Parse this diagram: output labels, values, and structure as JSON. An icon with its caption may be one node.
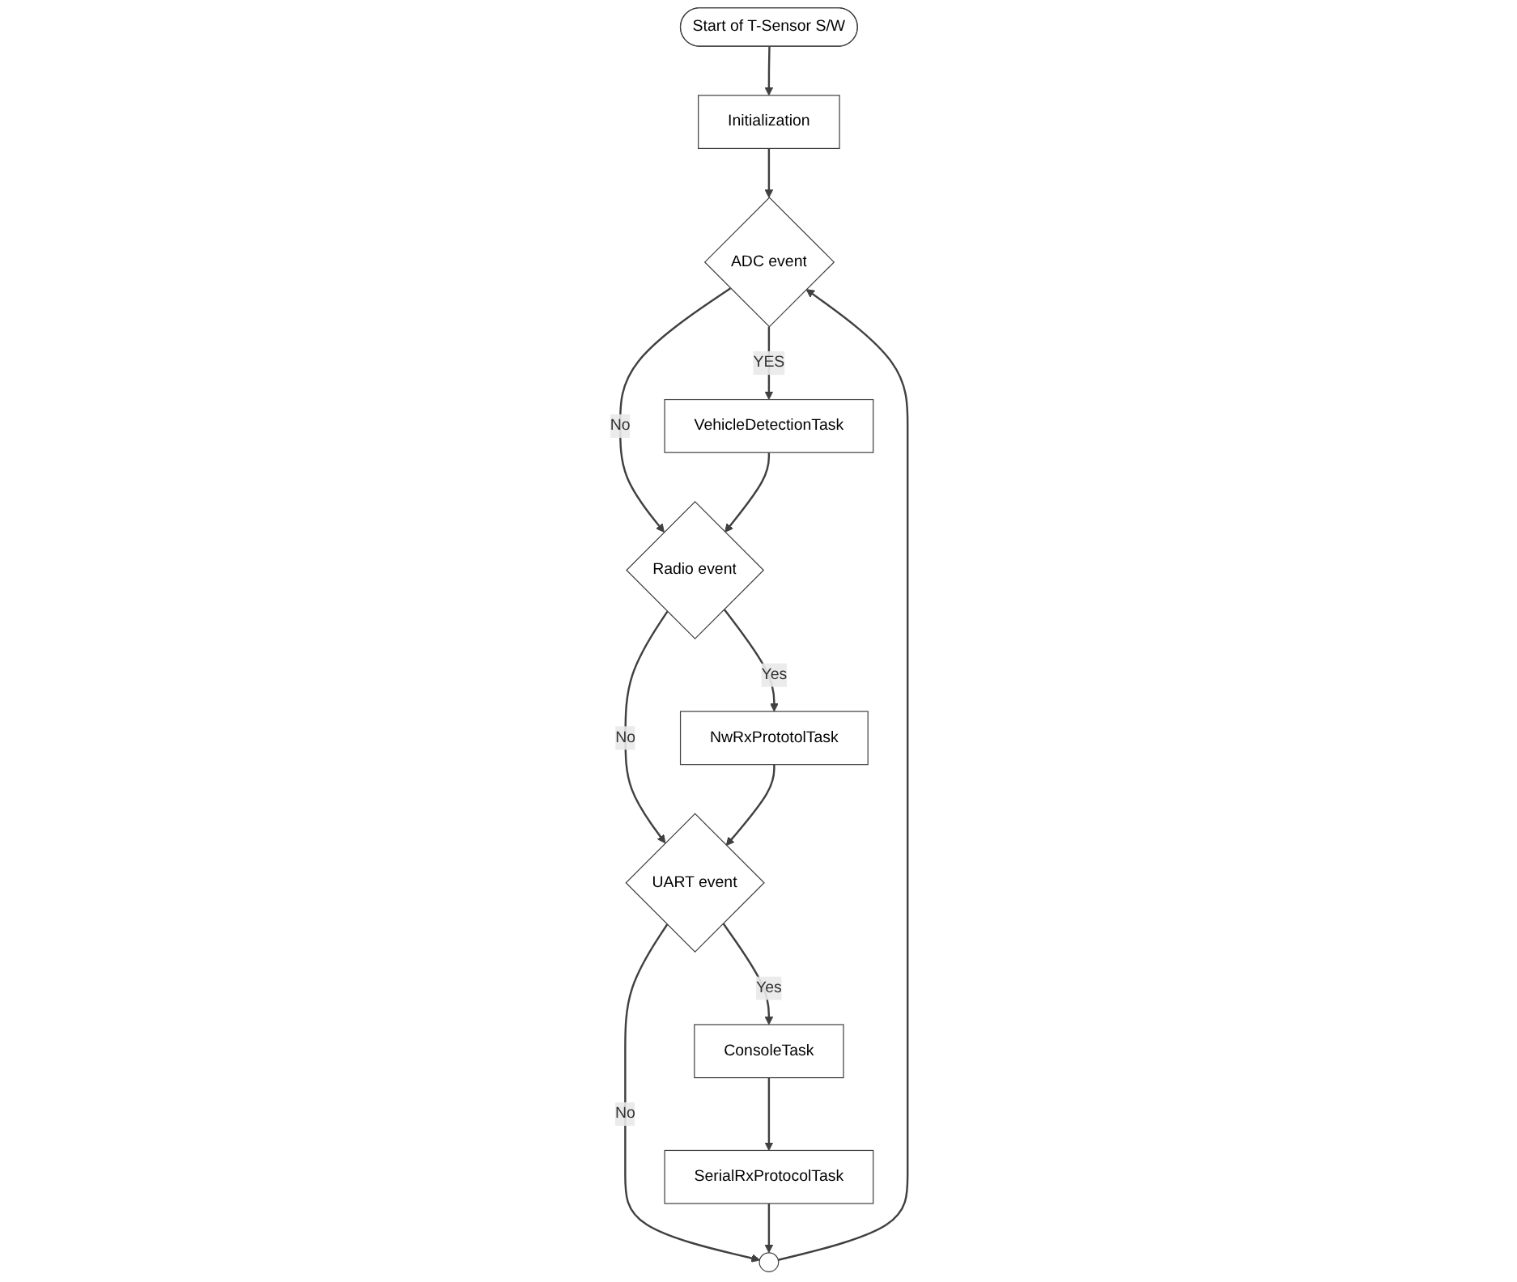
{
  "diagram": {
    "nodes": [
      {
        "text": [
          "Start of T-Sensor S/W"
        ]
      },
      {
        "text": [
          "Initialization"
        ]
      },
      {
        "text": [
          "ADC event"
        ]
      },
      {
        "text": [
          "VehicleDetectionTask"
        ]
      },
      {
        "text": [
          "Radio event"
        ]
      },
      {
        "text": [
          "NwRxPrototolTask"
        ]
      },
      {
        "text": [
          "UART event"
        ]
      },
      {
        "text": [
          "ConsoleTask"
        ]
      },
      {
        "text": [
          "SerialRxProtocolTask"
        ]
      },
      {
        "text": [],
        "shape": "circle"
      }
    ],
    "edges": [
      {
        "from": 0,
        "to": 1,
        "arrow": "to"
      },
      {
        "from": 1,
        "to": 2,
        "arrow": "to"
      },
      {
        "from": 2,
        "to": 4,
        "label": "No",
        "arrow": "to"
      },
      {
        "from": 2,
        "to": 3,
        "label": "YES",
        "arrow": "to"
      },
      {
        "from": 3,
        "to": 4,
        "arrow": "to"
      },
      {
        "from": 4,
        "to": 6,
        "label": "No",
        "arrow": "to"
      },
      {
        "from": 4,
        "to": 5,
        "label": "Yes",
        "arrow": "to"
      },
      {
        "from": 5,
        "to": 6,
        "arrow": "to"
      },
      {
        "from": 6,
        "to": 7,
        "label": "Yes",
        "arrow": "to"
      },
      {
        "from": 6,
        "to": 9,
        "label": "No",
        "arrow": "to"
      },
      {
        "from": 7,
        "to": 8,
        "arrow": "to"
      },
      {
        "from": 8,
        "to": 9,
        "arrow": "to"
      },
      {
        "from": 9,
        "to": 2,
        "arrow": "to"
      }
    ]
  }
}
